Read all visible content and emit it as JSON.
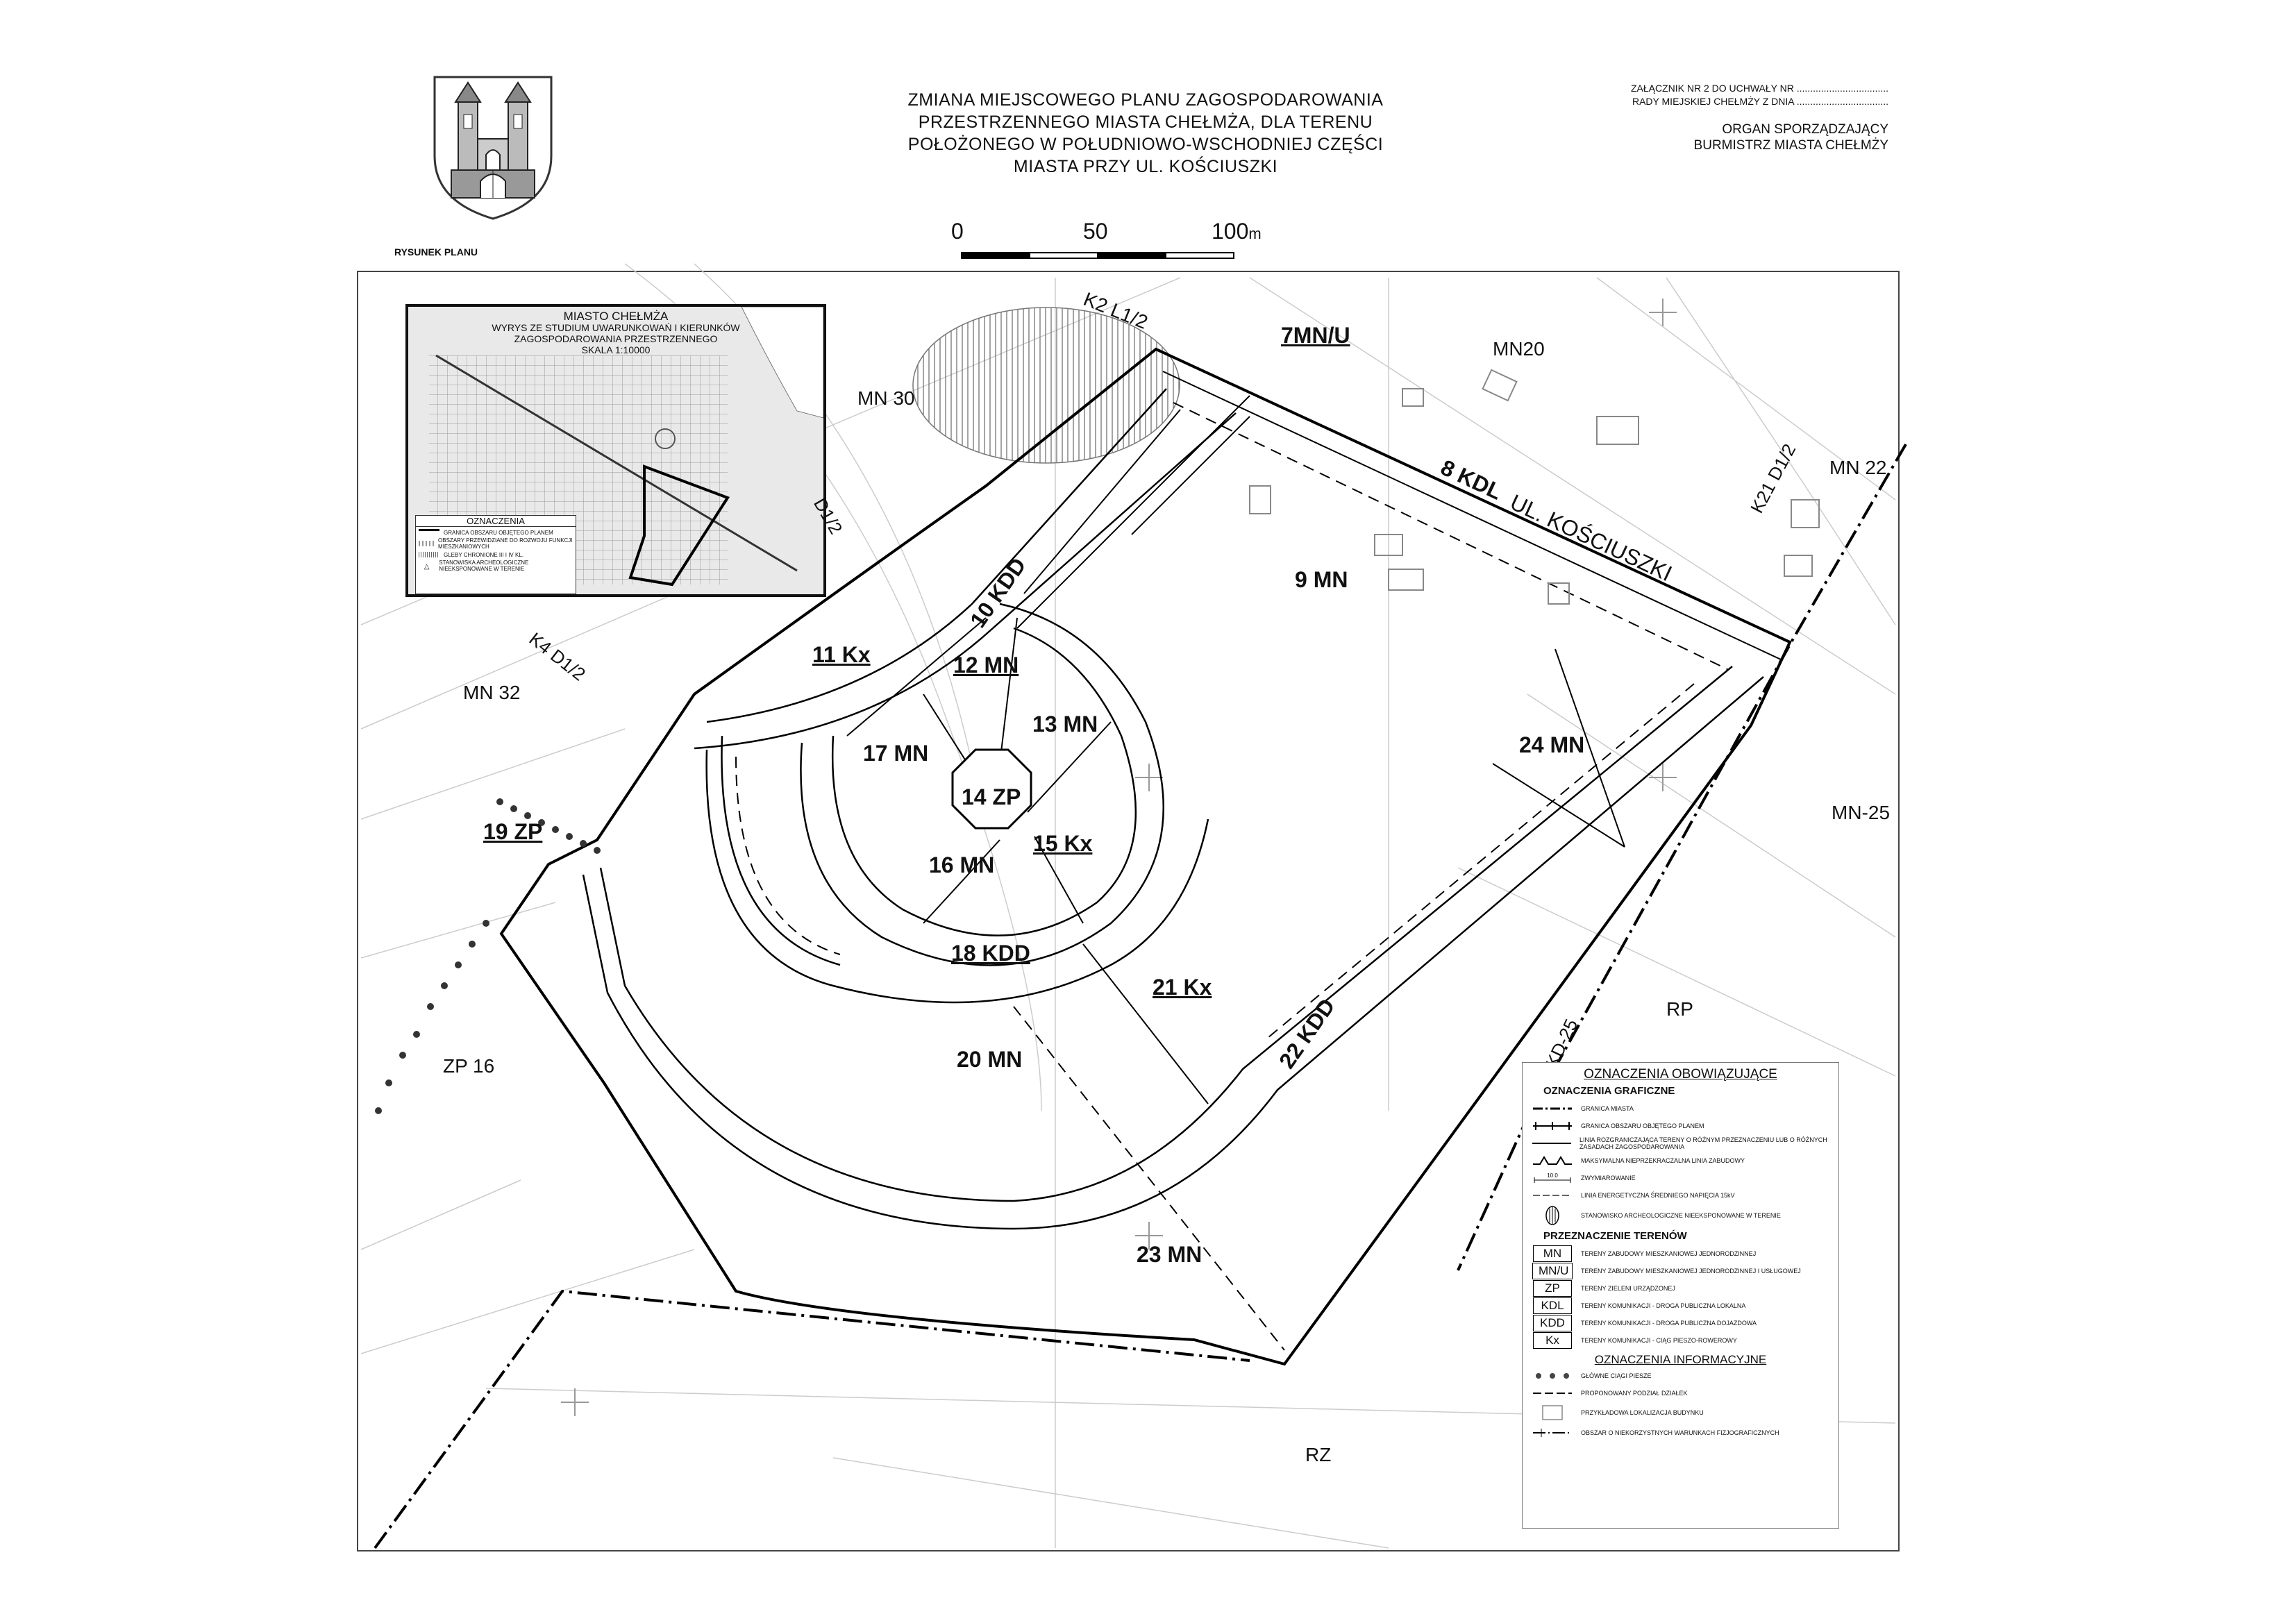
{
  "header": {
    "title_lines": [
      "ZMIANA MIEJSCOWEGO PLANU ZAGOSPODAROWANIA",
      "PRZESTRZENNEGO MIASTA CHEŁMŻA, DLA TERENU",
      "POŁOŻONEGO W POŁUDNIOWO-WSCHODNIEJ CZĘŚCI",
      "MIASTA PRZY UL. KOŚCIUSZKI"
    ],
    "attachment_line1": "ZAŁĄCZNIK NR 2 DO UCHWAŁY NR ..................................",
    "attachment_line2": "RADY MIEJSKIEJ CHEŁMŻY Z DNIA ..................................",
    "organ_line1": "ORGAN SPORZĄDZAJĄCY",
    "organ_line2": "BURMISTRZ MIASTA CHEŁMŻY",
    "drawing_label": "RYSUNEK PLANU"
  },
  "scale_bar": {
    "ticks": [
      "0",
      "50",
      "100"
    ],
    "unit": "m"
  },
  "zones": [
    {
      "id": "7MN/U",
      "underline": true
    },
    {
      "id": "9 MN"
    },
    {
      "id": "11 Kx",
      "underline": true
    },
    {
      "id": "12 MN",
      "underline": true
    },
    {
      "id": "13 MN"
    },
    {
      "id": "14 ZP"
    },
    {
      "id": "15 Kx",
      "underline": true
    },
    {
      "id": "16 MN"
    },
    {
      "id": "17 MN"
    },
    {
      "id": "18 KDD",
      "underline": true
    },
    {
      "id": "19 ZP",
      "underline": true
    },
    {
      "id": "20 MN"
    },
    {
      "id": "21 Kx",
      "underline": true
    },
    {
      "id": "23 MN"
    },
    {
      "id": "24 MN"
    }
  ],
  "rotated_labels": {
    "r10kdd": "10 KDD",
    "r22kdd": "22 KDD",
    "r8kdl": "8 KDL",
    "street": "UL. KOŚCIUSZKI",
    "k2l": "K2 L1/2",
    "k4d": "K4 D1/2",
    "k21d": "K21 D1/2",
    "kd25": "KD-25",
    "d12": "D1/2"
  },
  "external_labels": {
    "mn20": "MN20",
    "mn30": "MN 30",
    "mn22": "MN 22",
    "mn32": "MN 32",
    "mn25": "MN-25",
    "rp": "RP",
    "zp16": "ZP 16",
    "rz": "RZ"
  },
  "inset": {
    "title": "MIASTO CHEŁMŻA",
    "subtitle1": "WYRYS ZE STUDIUM UWARUNKOWAŃ I KIERUNKÓW",
    "subtitle2": "ZAGOSPODAROWANIA PRZESTRZENNEGO",
    "scale": "SKALA 1:10000",
    "legend_title": "OZNACZENIA",
    "legend_items": [
      "GRANICA OBSZARU OBJĘTEGO PLANEM",
      "OBSZARY PRZEWIDZIANE DO ROZWOJU FUNKCJI MIESZKANIOWYCH",
      "GLEBY CHRONIONE III I IV KL.",
      "STANOWISKA ARCHEOLOGICZNE NIEEKSPONOWANE W TERENIE"
    ]
  },
  "legend": {
    "title": "OZNACZENIA OBOWIĄZUJĄCE",
    "graphic_title": "OZNACZENIA GRAFICZNE",
    "graphic_items": [
      "GRANICA MIASTA",
      "GRANICA OBSZARU OBJĘTEGO PLANEM",
      "LINIA ROZGRANICZAJĄCA TERENY O RÓŻNYM PRZEZNACZENIU LUB O RÓŻNYCH ZASADACH ZAGOSPODAROWANIA",
      "MAKSYMALNA NIEPRZEKRACZALNA LINIA ZABUDOWY",
      "ZWYMIAROWANIE",
      "LINIA ENERGETYCZNA ŚREDNIEGO NAPIĘCIA 15kV",
      "STANOWISKO ARCHEOLOGICZNE NIEEKSPONOWANE W TERENIE"
    ],
    "dimension_value": "10.0",
    "purpose_title": "PRZEZNACZENIE TERENÓW",
    "purpose_items": [
      {
        "code": "MN",
        "desc": "TERENY ZABUDOWY MIESZKANIOWEJ JEDNORODZINNEJ"
      },
      {
        "code": "MN/U",
        "desc": "TERENY ZABUDOWY MIESZKANIOWEJ JEDNORODZINNEJ I USŁUGOWEJ"
      },
      {
        "code": "ZP",
        "desc": "TERENY ZIELENI URZĄDZONEJ"
      },
      {
        "code": "KDL",
        "desc": "TERENY KOMUNIKACJI - DROGA PUBLICZNA LOKALNA"
      },
      {
        "code": "KDD",
        "desc": "TERENY KOMUNIKACJI - DROGA PUBLICZNA DOJAZDOWA"
      },
      {
        "code": "Kx",
        "desc": "TERENY KOMUNIKACJI - CIĄG PIESZO-ROWEROWY"
      }
    ],
    "info_title": "OZNACZENIA INFORMACYJNE",
    "info_items": [
      "GŁÓWNE CIĄGI PIESZE",
      "PROPONOWANY PODZIAŁ DZIAŁEK",
      "PRZYKŁADOWA LOKALIZACJA BUDYNKU",
      "OBSZAR O NIEKORZYSTNYCH WARUNKACH FIZJOGRAFICZNYCH"
    ]
  }
}
